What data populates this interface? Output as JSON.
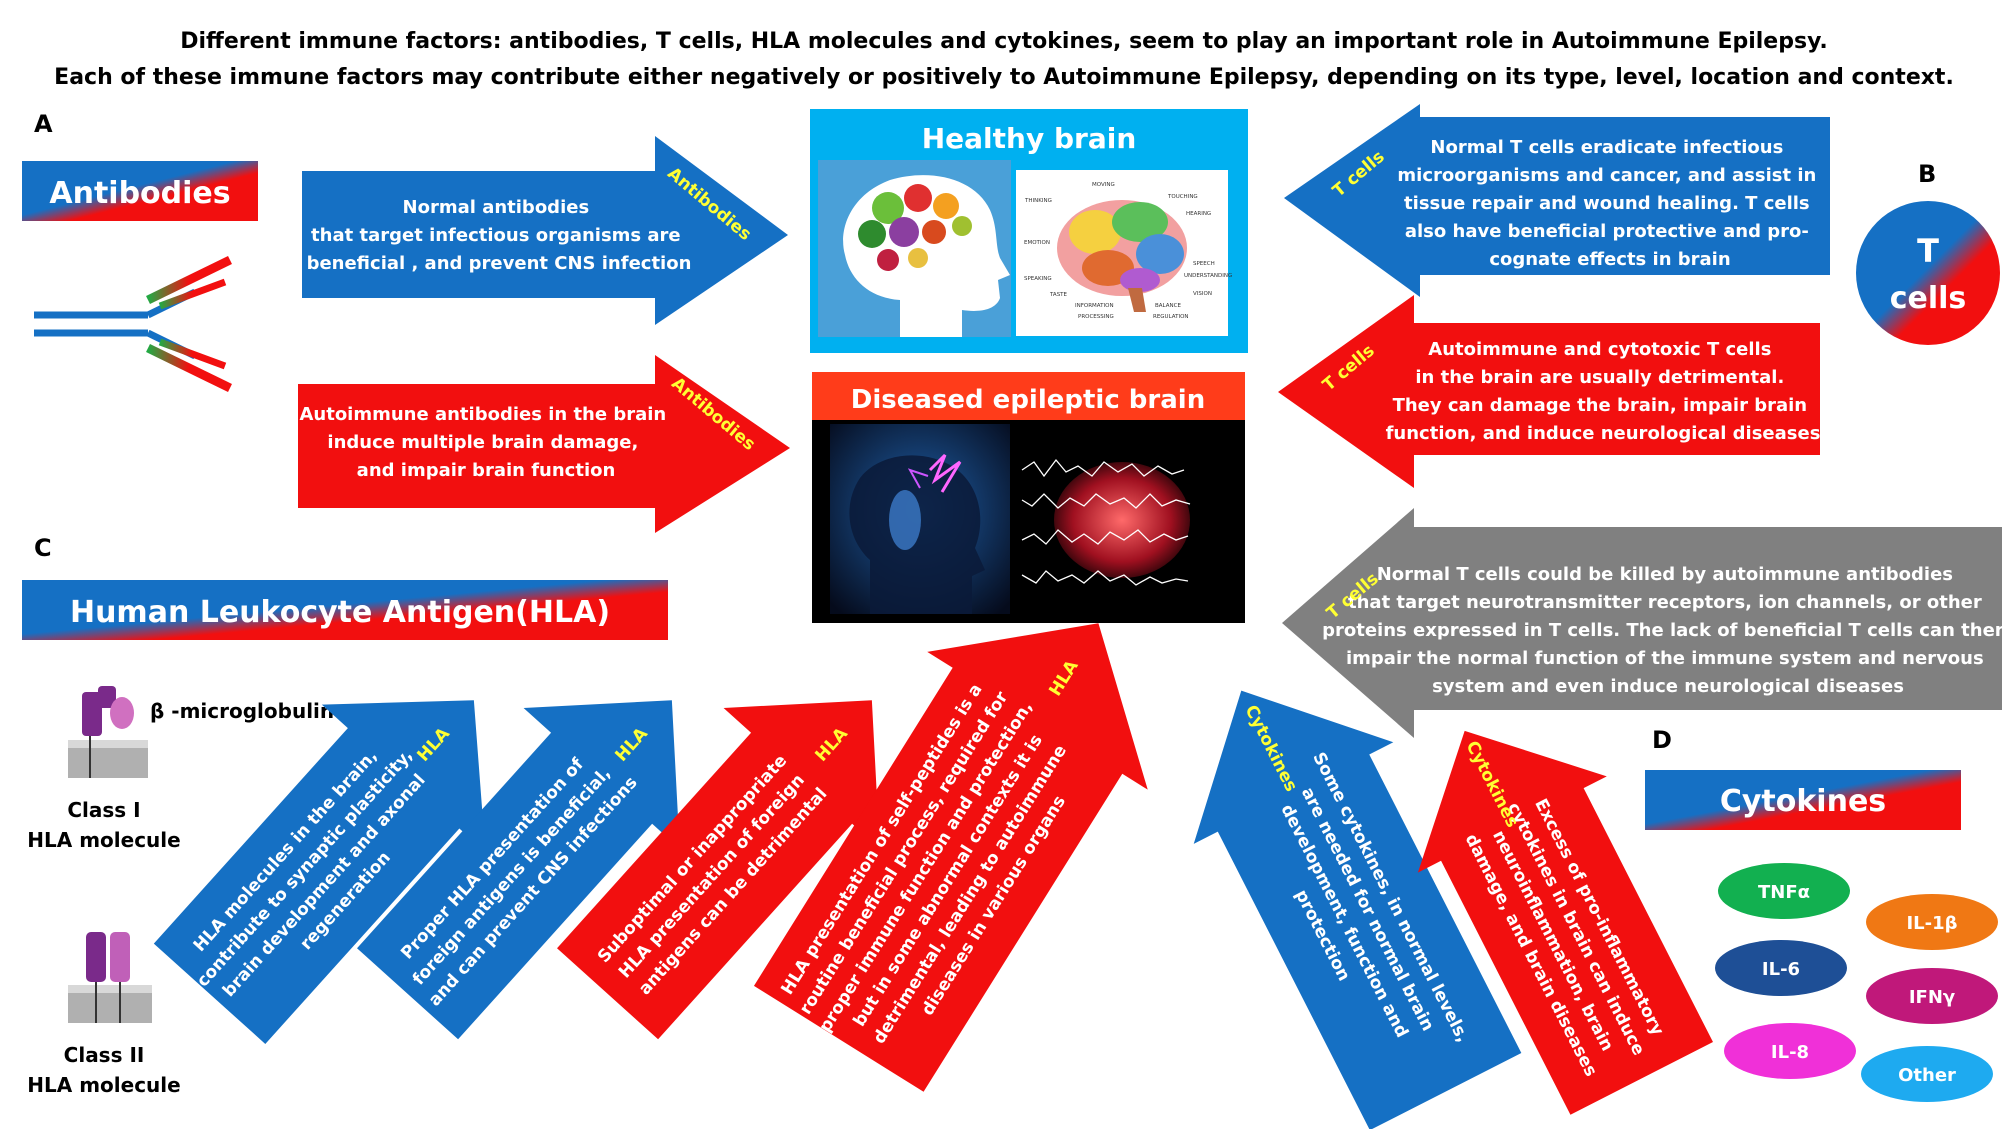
{
  "header": {
    "line1": "Different immune factors: antibodies, T cells, HLA molecules and cytokines, seem to play an important role in Autoimmune Epilepsy.",
    "line2": "Each of these immune factors may contribute either negatively or positively to Autoimmune Epilepsy, depending on its type, level, location and context."
  },
  "panel_letters": {
    "a": "A",
    "b": "B",
    "c": "C",
    "d": "D"
  },
  "antibodies": {
    "title": "Antibodies",
    "arrow_tag": "Antibodies",
    "normal": [
      "Normal antibodies",
      "that target infectious organisms are",
      "beneficial , and prevent CNS infection"
    ],
    "autoimmune": [
      "Autoimmune antibodies in the brain",
      "induce multiple brain damage,",
      "and impair brain function"
    ]
  },
  "brain": {
    "healthy_title": "Healthy brain",
    "diseased_title": "Diseased epileptic brain",
    "healthy_labels": [
      "THINKING",
      "MOVING",
      "TOUCHING",
      "HEARING",
      "EMOTION",
      "SPEAKING",
      "SPEECH",
      "UNDERSTANDING",
      "TASTE",
      "VISION",
      "INFORMATION",
      "PROCESSING",
      "BALANCE",
      "REGULATION"
    ]
  },
  "tcells": {
    "circle_line1": "T",
    "circle_line2": "cells",
    "arrow_tag": "T cells",
    "normal": [
      "Normal T cells eradicate infectious",
      "microorganisms and cancer, and assist in",
      "tissue repair and wound healing. T cells",
      "also have beneficial protective and pro-",
      "cognate effects in brain"
    ],
    "autoimmune": [
      "Autoimmune and cytotoxic T cells",
      "in the brain are usually detrimental.",
      "They can damage the brain, impair brain",
      "function, and induce neurological diseases"
    ],
    "killed": [
      "Normal T cells could be killed by autoimmune antibodies",
      "that target neurotransmitter receptors, ion channels, or other",
      "proteins expressed in T cells. The lack of beneficial T cells can then",
      "impair the normal function of the immune system and nervous",
      "system and even induce neurological diseases"
    ]
  },
  "hla": {
    "title": "Human Leukocyte Antigen(HLA)",
    "beta": "β -microglobulin",
    "class1": [
      "Class I",
      "HLA molecule"
    ],
    "class2": [
      "Class II",
      "HLA molecule"
    ],
    "arrow_tag": "HLA",
    "arrows": [
      [
        "HLA molecules in the brain,",
        "contribute to synaptic plasticity,",
        "brain development and axonal",
        "regeneration"
      ],
      [
        "Proper HLA presentation of",
        "foreign antigens is beneficial,",
        "and can prevent CNS infections"
      ],
      [
        "Suboptimal or inappropriate",
        "HLA presentation of foreign",
        "antigens can be detrimental"
      ],
      [
        "HLA presentation of self-peptides is a",
        "routine beneficial process, required for",
        "proper immune function and protection,",
        "but in some abnormal contexts it is",
        "detrimental, leading to autoimmune",
        "diseases in various organs"
      ]
    ]
  },
  "cytokines": {
    "title": "Cytokines",
    "arrow_tag": "Cytokines",
    "normal": [
      "Some cytokines, in normal levels,",
      "are needed for normal brain",
      "development, function and",
      "protection"
    ],
    "excess": [
      "Excess of pro-inflammatory",
      "cytokines in brain can induce",
      "neuroinflammation, brain",
      "damage, and brain diseases"
    ],
    "bubbles": [
      "TNFα",
      "IL-1β",
      "IL-6",
      "IFNγ",
      "IL-8",
      "Other"
    ]
  },
  "colors": {
    "blue": "#1570c4",
    "red": "#f20f0f",
    "gray": "#808080",
    "cyan": "#00b0f0",
    "orange_red": "#ff3c1a",
    "yellow": "#ffff33"
  }
}
